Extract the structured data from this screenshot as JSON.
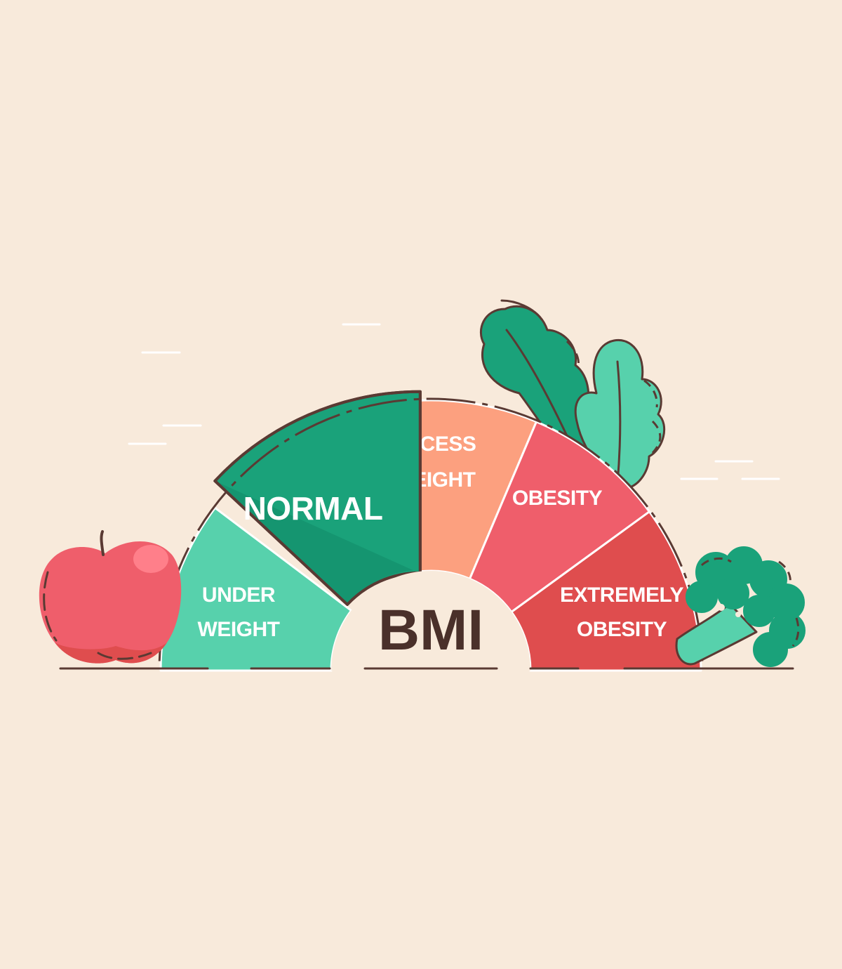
{
  "colors": {
    "background": "#f8eadb",
    "outline": "#5a3a33",
    "under_weight": "#57d1ac",
    "normal": "#1aa27a",
    "normal_shade": "#138b67",
    "excess_weight": "#fca07f",
    "obesity": "#ef5e6b",
    "extremely_obesity": "#df4d4e",
    "center": "#f8eadb"
  },
  "gauge": {
    "center_label": "BMI",
    "segments": [
      {
        "id": "under-weight",
        "lines": [
          "UNDER",
          "WEIGHT"
        ]
      },
      {
        "id": "normal",
        "lines": [
          "NORMAL"
        ]
      },
      {
        "id": "excess-weight",
        "lines": [
          "EXCESS",
          "WEIGHT"
        ]
      },
      {
        "id": "obesity",
        "lines": [
          "OBESITY"
        ]
      },
      {
        "id": "extremely-obesity",
        "lines": [
          "EXTREMELY",
          "OBESITY"
        ]
      }
    ]
  },
  "decorations": {
    "left": "apple-icon",
    "right": "broccoli-icon",
    "back": "leaf-icon"
  }
}
